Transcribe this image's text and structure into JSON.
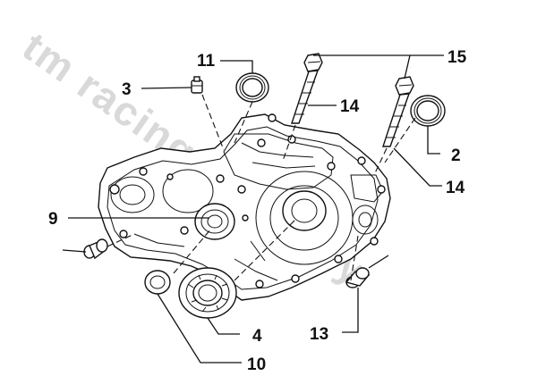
{
  "watermark": "tm racing company",
  "callouts": {
    "c2": "2",
    "c3": "3",
    "c4": "4",
    "c9": "9",
    "c10": "10",
    "c11": "11",
    "c13": "13",
    "c14a": "14",
    "c14b": "14",
    "c15": "15"
  }
}
